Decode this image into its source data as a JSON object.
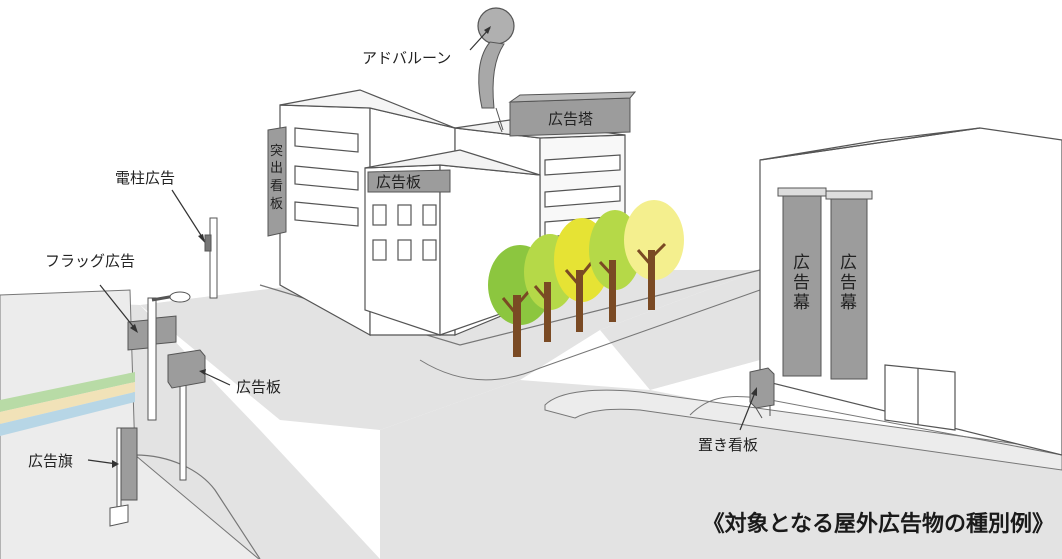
{
  "labels": {
    "ad_balloon": "アドバルーン",
    "ad_tower": "広告塔",
    "projecting_sign": [
      "突",
      "出",
      "看",
      "板"
    ],
    "building_sign": "広告板",
    "utility_pole_ad": "電柱広告",
    "flag_ad": "フラッグ広告",
    "street_signboard": "広告板",
    "ad_flag": "広告旗",
    "banner_1": [
      "広",
      "告",
      "幕"
    ],
    "banner_2": [
      "広",
      "告",
      "幕"
    ],
    "standing_sign": "置き看板"
  },
  "caption": "《対象となる屋外広告物の種別例》",
  "colors": {
    "sign_gray": "#9c9c9c",
    "road_gray": "#e3e3e3",
    "line": "#555555",
    "tree_trunk": "#7a4a24",
    "tree_green": "#8cc63f",
    "tree_yellow": "#f2e534",
    "stripe_green": "#b8dba6",
    "stripe_beige": "#f1e2b8",
    "stripe_blue": "#b7d6e6"
  }
}
